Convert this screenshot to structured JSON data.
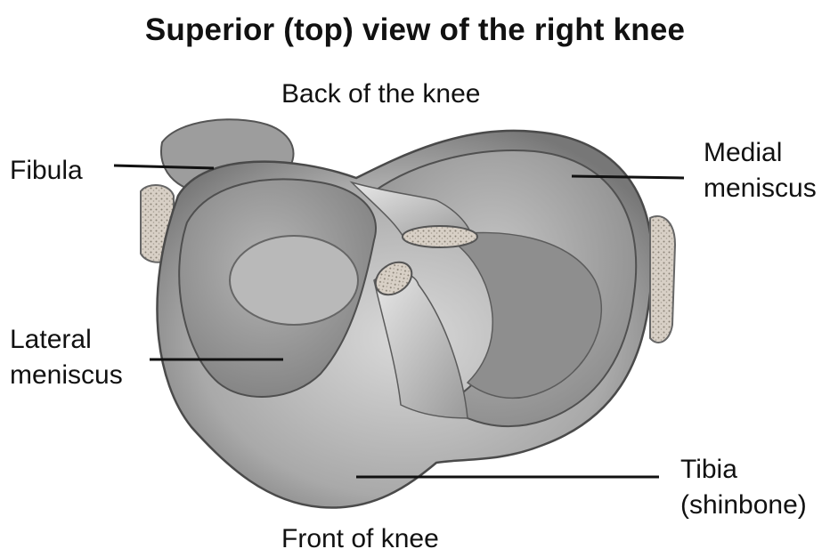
{
  "title": "Superior (top) view of the right knee",
  "labels": {
    "back": "Back of the knee",
    "front": "Front of knee",
    "fibula": "Fibula",
    "medial_meniscus": [
      "Medial",
      "meniscus"
    ],
    "lateral_meniscus": [
      "Lateral",
      "meniscus"
    ],
    "tibia": [
      "Tibia",
      "(shinbone)"
    ]
  }
}
